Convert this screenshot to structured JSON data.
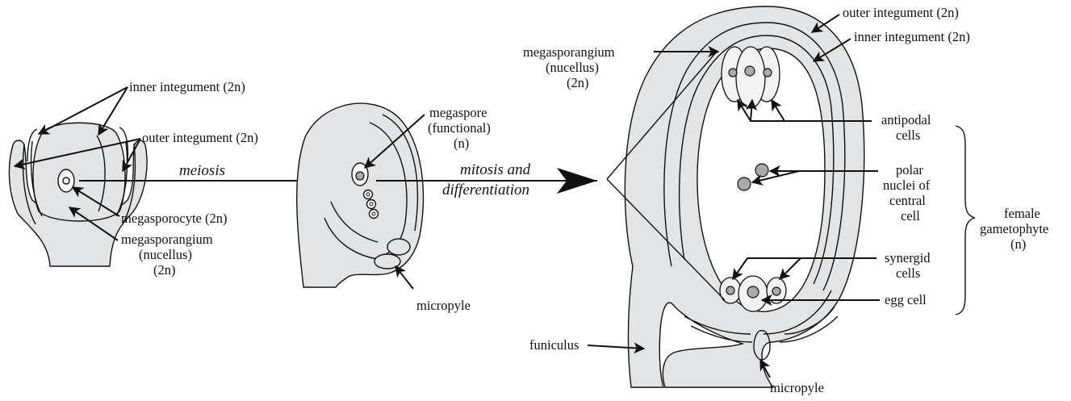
{
  "processes": {
    "meiosis": "meiosis",
    "mitosis_line1": "mitosis and",
    "mitosis_line2": "differentiation"
  },
  "stage1": {
    "inner_integument": "inner integument (2n)",
    "outer_integument": "outer integument (2n)",
    "megasporocyte": "megasporocyte (2n)",
    "megasporangium_1": "megasporangium",
    "megasporangium_2": "(nucellus)",
    "megasporangium_3": "(2n)"
  },
  "stage2": {
    "megaspore_1": "megaspore",
    "megaspore_2": "(functional)",
    "megaspore_3": "(n)",
    "micropyle": "micropyle"
  },
  "stage3": {
    "outer_integument": "outer integument (2n)",
    "inner_integument": "inner integument (2n)",
    "megasporangium_1": "megasporangium",
    "megasporangium_2": "(nucellus)",
    "megasporangium_3": "(2n)",
    "antipodal_1": "antipodal",
    "antipodal_2": "cells",
    "polar_1": "polar",
    "polar_2": "nuclei of",
    "polar_3": "central",
    "polar_4": "cell",
    "synergid_1": "synergid",
    "synergid_2": "cells",
    "egg": "egg cell",
    "female_1": "female",
    "female_2": "gametophyte",
    "female_3": "(n)",
    "funiculus": "funiculus",
    "micropyle": "micropyle"
  }
}
